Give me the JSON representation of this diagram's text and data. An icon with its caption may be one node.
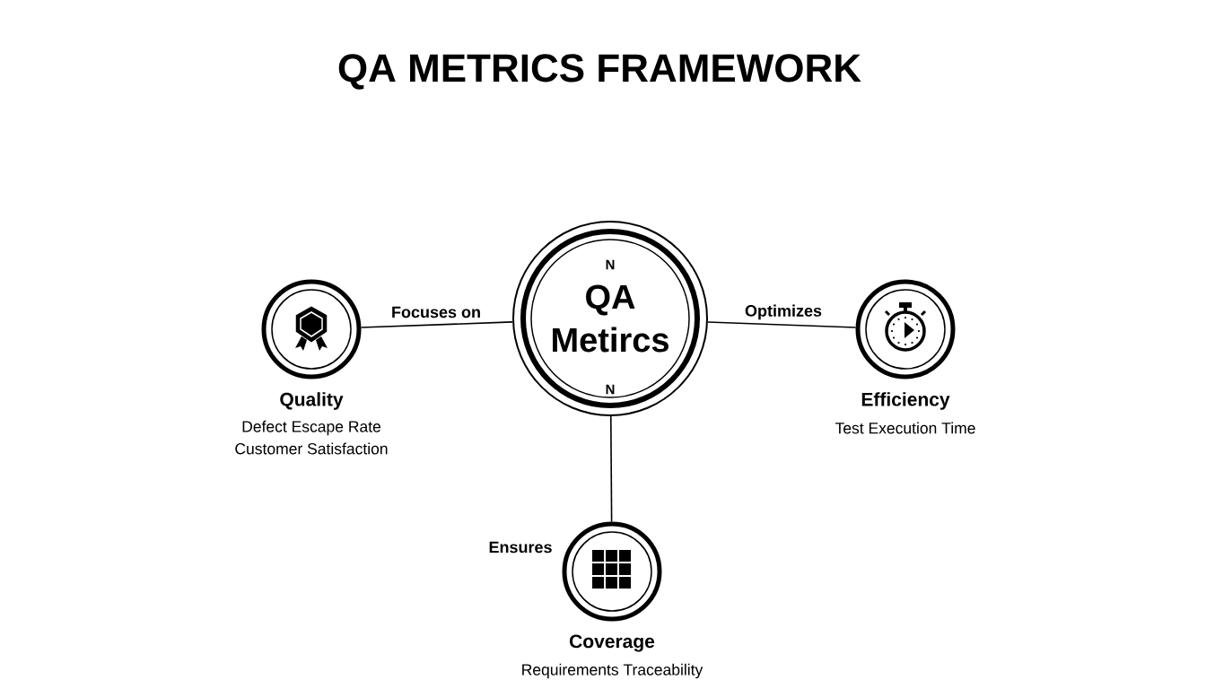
{
  "diagram": {
    "title": "QA METRICS FRAMEWORK",
    "nodes": [
      {
        "text": [
          "N",
          "QA Metircs",
          "N"
        ]
      },
      {
        "text": [
          "Quality"
        ],
        "beside": [
          "Defect Escape Rate",
          "Customer Satisfaction"
        ]
      },
      {
        "text": [
          "Efficiency"
        ],
        "beside": [
          "Test Execution Time"
        ]
      },
      {
        "text": [
          "Coverage"
        ],
        "beside": [
          "Requirements Traceability"
        ]
      }
    ],
    "edges": [
      {
        "from": 0,
        "to": 1,
        "arrow": "none",
        "label": "Focuses on"
      },
      {
        "from": 0,
        "to": 2,
        "arrow": "none",
        "label": "Optimizes"
      },
      {
        "from": 0,
        "to": 3,
        "arrow": "none",
        "label": "Ensures"
      }
    ]
  }
}
